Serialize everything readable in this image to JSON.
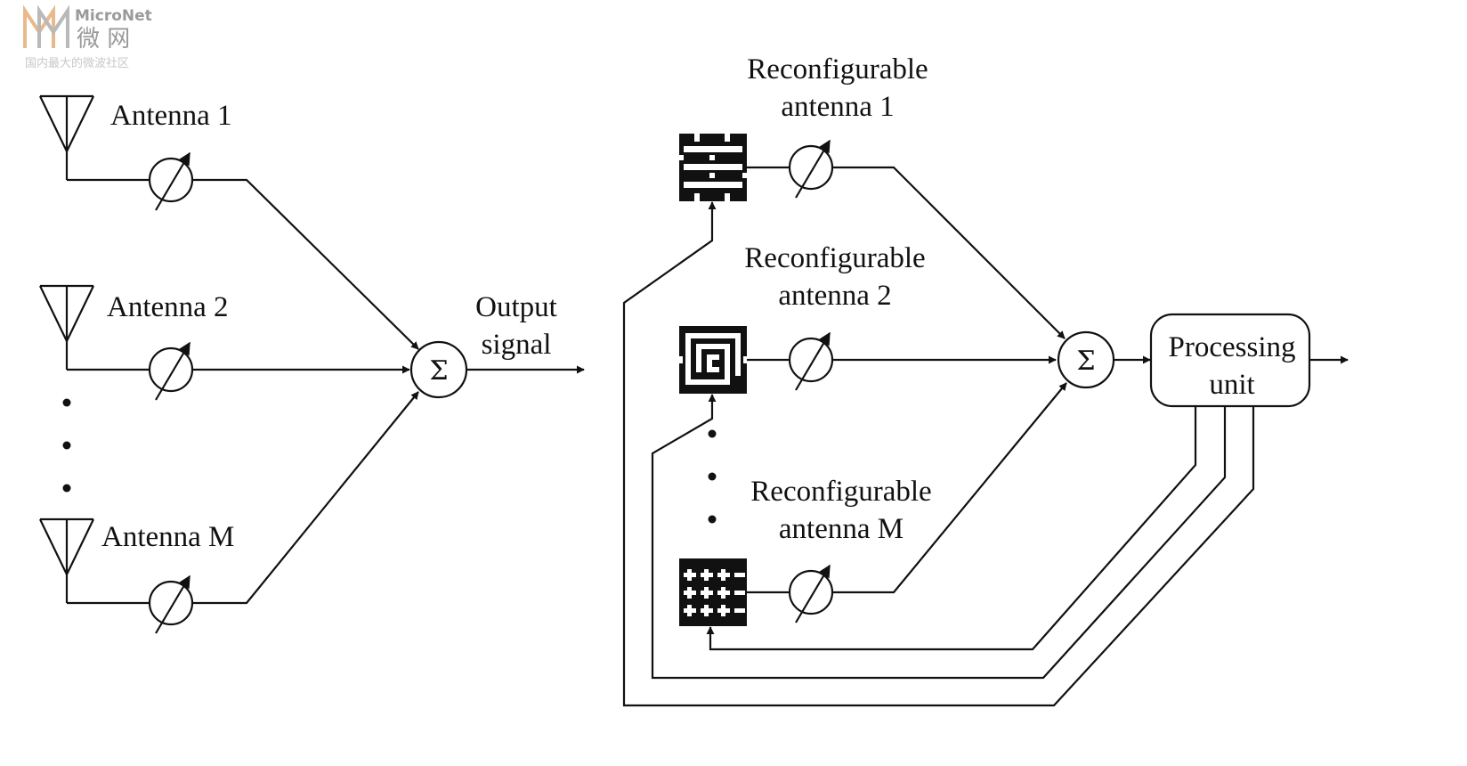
{
  "watermark": {
    "brand": "MicroNet",
    "chinese_name": "微 网",
    "slogan": "国内最大的微波社区"
  },
  "left_diagram": {
    "antenna_labels": [
      "Antenna 1",
      "Antenna 2",
      "Antenna M"
    ],
    "summer_symbol": "Σ",
    "output_label_line1": "Output",
    "output_label_line2": "signal"
  },
  "right_diagram": {
    "antenna_labels": [
      {
        "line1": "Reconfigurable",
        "line2": "antenna 1"
      },
      {
        "line1": "Reconfigurable",
        "line2": "antenna 2"
      },
      {
        "line1": "Reconfigurable",
        "line2": "antenna M"
      }
    ],
    "summer_symbol": "Σ",
    "processing_unit_line1": "Processing",
    "processing_unit_line2": "unit"
  },
  "colors": {
    "line": "#111111",
    "watermark": "#9a9a9a"
  }
}
